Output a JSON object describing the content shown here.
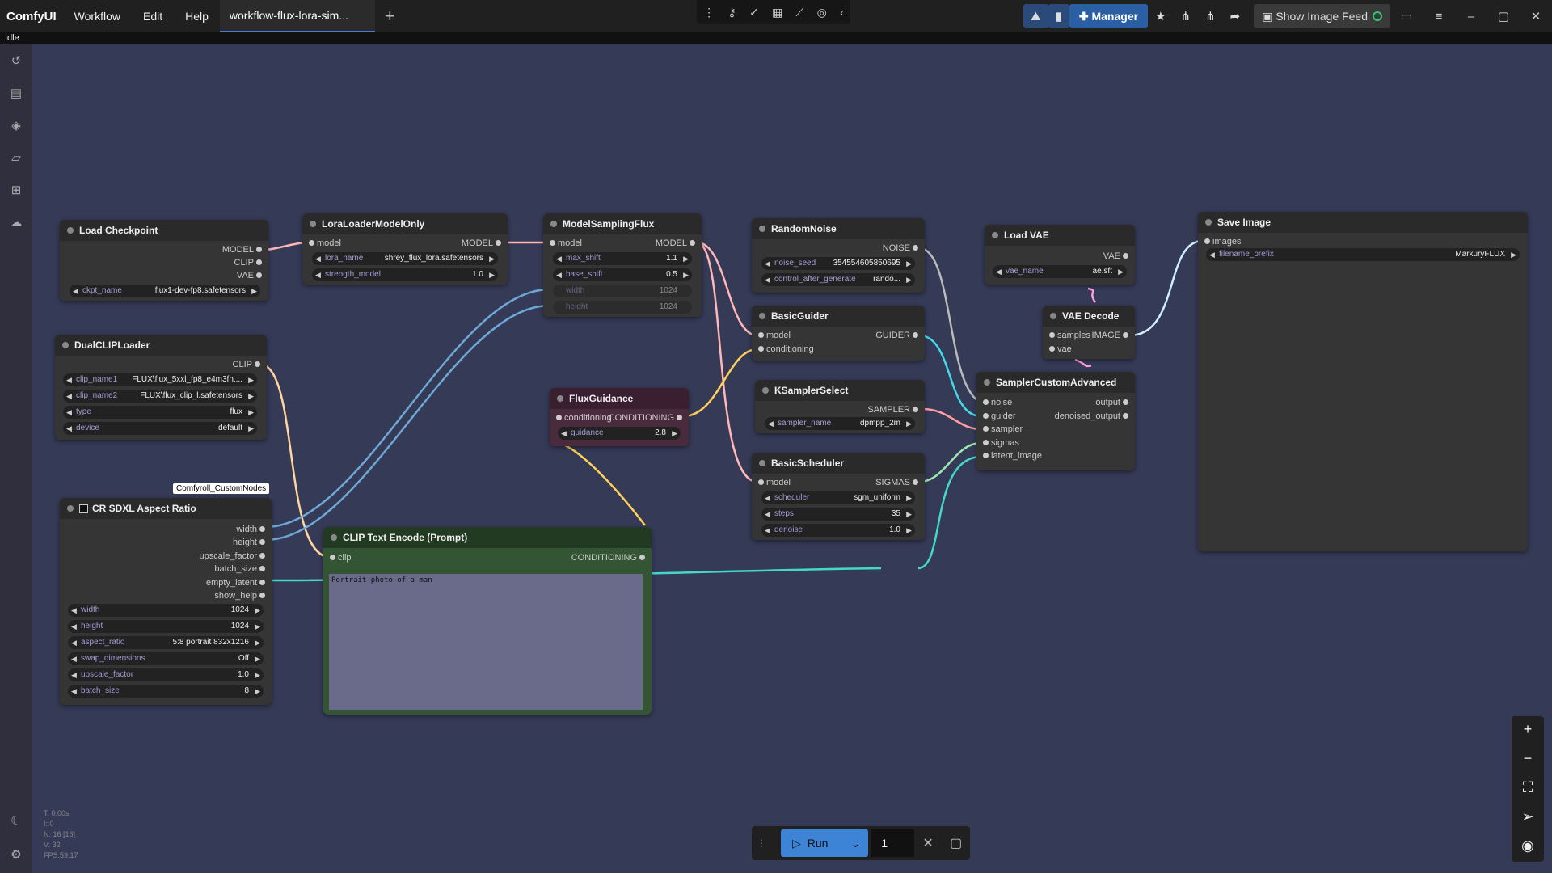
{
  "topbar": {
    "app_name": "ComfyUI",
    "menu": [
      "Workflow",
      "Edit",
      "Help"
    ],
    "tab_label": "workflow-flux-lora-sim...",
    "manager_label": "Manager",
    "image_feed_label": "Show Image Feed"
  },
  "status": "Idle",
  "nodes": {
    "load_checkpoint": {
      "title": "Load Checkpoint",
      "outputs": [
        "MODEL",
        "CLIP",
        "VAE"
      ],
      "ckpt_label": "ckpt_name",
      "ckpt_value": "flux1-dev-fp8.safetensors"
    },
    "lora_loader": {
      "title": "LoraLoaderModelOnly",
      "input": "model",
      "output": "MODEL",
      "lora_label": "lora_name",
      "lora_value": "shrey_flux_lora.safetensors",
      "strength_label": "strength_model",
      "strength_value": "1.0"
    },
    "model_sampling": {
      "title": "ModelSamplingFlux",
      "input": "model",
      "output": "MODEL",
      "max_shift_label": "max_shift",
      "max_shift_value": "1.1",
      "base_shift_label": "base_shift",
      "base_shift_value": "0.5",
      "width_label": "width",
      "width_value": "1024",
      "height_label": "height",
      "height_value": "1024"
    },
    "random_noise": {
      "title": "RandomNoise",
      "output": "NOISE",
      "seed_label": "noise_seed",
      "seed_value": "354554605850695",
      "control_label": "control_after_generate",
      "control_value": "rando..."
    },
    "load_vae": {
      "title": "Load VAE",
      "output": "VAE",
      "vae_label": "vae_name",
      "vae_value": "ae.sft"
    },
    "save_image": {
      "title": "Save Image",
      "input": "images",
      "prefix_label": "filename_prefix",
      "prefix_value": "MarkuryFLUX"
    },
    "dual_clip": {
      "title": "DualCLIPLoader",
      "output": "CLIP",
      "clip1_label": "clip_name1",
      "clip1_value": "FLUX\\flux_5xxl_fp8_e4m3fn....",
      "clip2_label": "clip_name2",
      "clip2_value": "FLUX\\flux_clip_l.safetensors",
      "type_label": "type",
      "type_value": "flux",
      "device_label": "device",
      "device_value": "default"
    },
    "basic_guider": {
      "title": "BasicGuider",
      "inputs": [
        "model",
        "conditioning"
      ],
      "output": "GUIDER"
    },
    "vae_decode": {
      "title": "VAE Decode",
      "inputs": [
        "samples",
        "vae"
      ],
      "output": "IMAGE"
    },
    "flux_guidance": {
      "title": "FluxGuidance",
      "input": "conditioning",
      "output": "CONDITIONING",
      "guidance_label": "guidance",
      "guidance_value": "2.8"
    },
    "ksampler_select": {
      "title": "KSamplerSelect",
      "output": "SAMPLER",
      "sampler_label": "sampler_name",
      "sampler_value": "dpmpp_2m"
    },
    "sampler_custom": {
      "title": "SamplerCustomAdvanced",
      "inputs": [
        "noise",
        "guider",
        "sampler",
        "sigmas",
        "latent_image"
      ],
      "outputs": [
        "output",
        "denoised_output"
      ]
    },
    "basic_scheduler": {
      "title": "BasicScheduler",
      "input": "model",
      "output": "SIGMAS",
      "scheduler_label": "scheduler",
      "scheduler_value": "sgm_uniform",
      "steps_label": "steps",
      "steps_value": "35",
      "denoise_label": "denoise",
      "denoise_value": "1.0"
    },
    "aspect_ratio": {
      "title": "CR SDXL Aspect Ratio",
      "tag": "Comfyroll_CustomNodes",
      "outputs": [
        "width",
        "height",
        "upscale_factor",
        "batch_size",
        "empty_latent",
        "show_help"
      ],
      "width_label": "width",
      "width_value": "1024",
      "height_label": "height",
      "height_value": "1024",
      "aspect_label": "aspect_ratio",
      "aspect_value": "5:8 portrait 832x1216",
      "swap_label": "swap_dimensions",
      "swap_value": "Off",
      "upscale_label": "upscale_factor",
      "upscale_value": "1.0",
      "batch_label": "batch_size",
      "batch_value": "8"
    },
    "clip_text": {
      "title": "CLIP Text Encode (Prompt)",
      "input": "clip",
      "output": "CONDITIONING",
      "prompt": "Portrait photo of a man"
    }
  },
  "runbar": {
    "run_label": "Run",
    "count": "1"
  },
  "stats": [
    "T: 0.00s",
    "I: 0",
    "N: 16 [16]",
    "V: 32",
    "FPS:59.17"
  ],
  "colors": {
    "canvas": "#353a56",
    "node_bg": "#353535",
    "flux_guidance_bg": "#4a2a3d",
    "clip_text_bg": "#335533",
    "run_button": "#3d84d6",
    "manager_button": "#2b5fa3"
  }
}
